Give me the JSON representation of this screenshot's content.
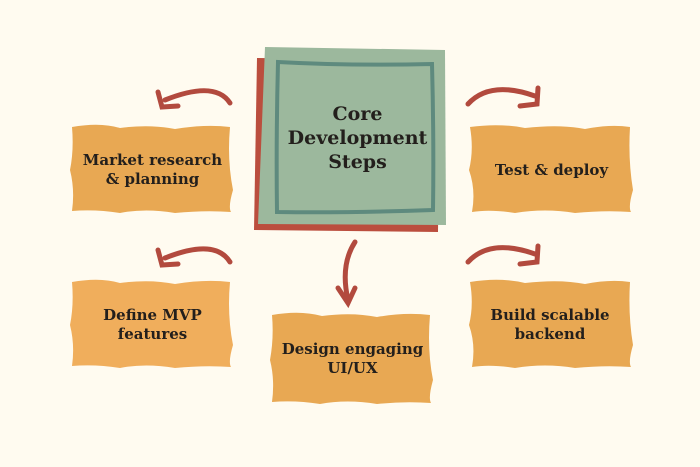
{
  "colors": {
    "background": "#fffbf0",
    "core_fill": "#9cb89d",
    "core_border": "#5e8a7e",
    "core_shadow": "#bb4e3e",
    "step_fill": "#e8a853",
    "step_fill_alt": "#f0ae5c",
    "arrow": "#b24a3e",
    "text": "#231f1c"
  },
  "core": {
    "title": "Core Development Steps"
  },
  "steps": [
    {
      "id": "market",
      "label": "Market research & planning"
    },
    {
      "id": "test",
      "label": "Test & deploy"
    },
    {
      "id": "mvp",
      "label": "Define MVP features"
    },
    {
      "id": "design",
      "label": "Design engaging UI/UX"
    },
    {
      "id": "backend",
      "label": "Build scalable backend"
    }
  ],
  "arrows": [
    {
      "from": "core",
      "to": "market",
      "icon": "curved-arrow-left-icon"
    },
    {
      "from": "core",
      "to": "test",
      "icon": "curved-arrow-right-icon"
    },
    {
      "from": "core",
      "to": "mvp",
      "icon": "curved-arrow-left-icon"
    },
    {
      "from": "core",
      "to": "design",
      "icon": "arrow-down-icon"
    },
    {
      "from": "core",
      "to": "backend",
      "icon": "curved-arrow-right-icon"
    }
  ]
}
